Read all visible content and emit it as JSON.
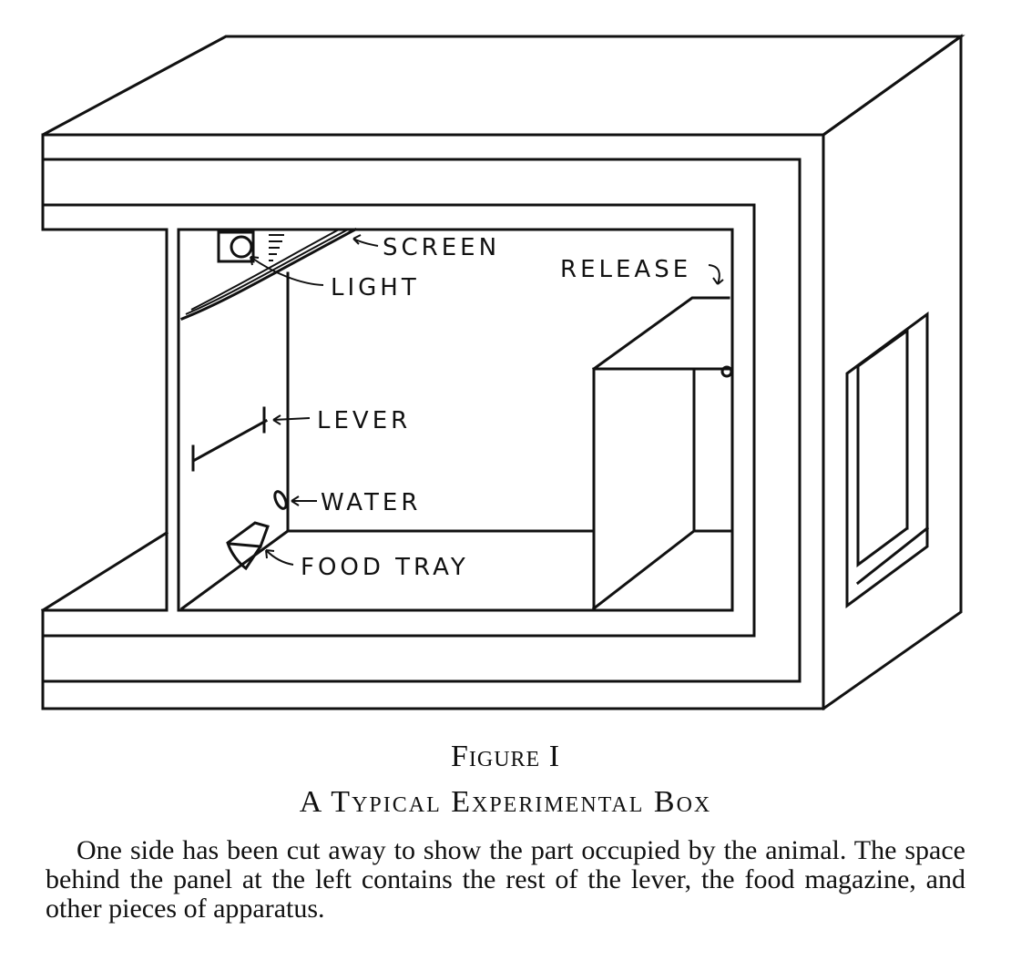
{
  "labels": {
    "screen": "SCREEN",
    "light": "LIGHT",
    "release": "RELEASE",
    "lever": "LEVER",
    "water": "WATER",
    "food_tray": "FOOD TRAY"
  },
  "caption": {
    "figure_number": "Figure I",
    "title": "A Typical Experimental Box",
    "description": "One side has been cut away to show the part occupied by the animal. The space behind the panel at the left contains the rest of the lever, the food magazine, and other pieces of apparatus."
  }
}
